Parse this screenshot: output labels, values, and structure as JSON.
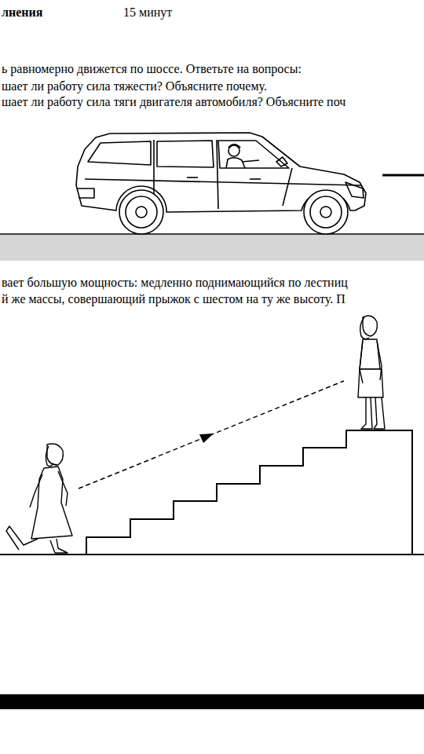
{
  "diagram": {
    "labels": [
      "лнения",
      "15 минут",
      "ь равномерно движется по шоссе. Ответьте на вопросы:",
      "шает ли работу сила тяжести? Объясните почему.",
      "шает ли работу сила тяги двигателя автомобиля? Объясните поч",
      "вает большую мощность: медленно поднимающийся по лестниц",
      "й же массы, совершающий прыжок с шестом на ту же высоту. П"
    ]
  }
}
